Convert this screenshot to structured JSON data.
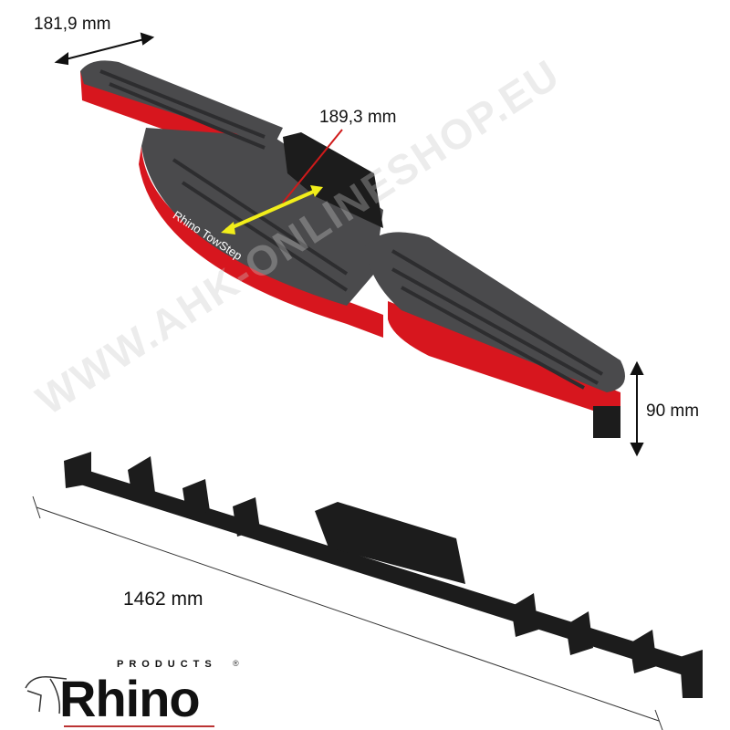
{
  "dimensions": {
    "width_label": "181,9 mm",
    "depth_label": "189,3 mm",
    "height_label": "90 mm",
    "length_label": "1462 mm"
  },
  "product_marking": "Rhino TowStep",
  "watermark": "WWW.AHK-ONLINESHOP.EU",
  "logo": {
    "word": "Rhino",
    "sub": "PRODUCTS",
    "reg": "®"
  },
  "colors": {
    "step_red": "#d7161e",
    "tread_grey": "#4a4a4c",
    "frame_black": "#1c1c1c",
    "arrow_yellow": "#f2ee1a",
    "leader_red": "#d01a1a"
  }
}
